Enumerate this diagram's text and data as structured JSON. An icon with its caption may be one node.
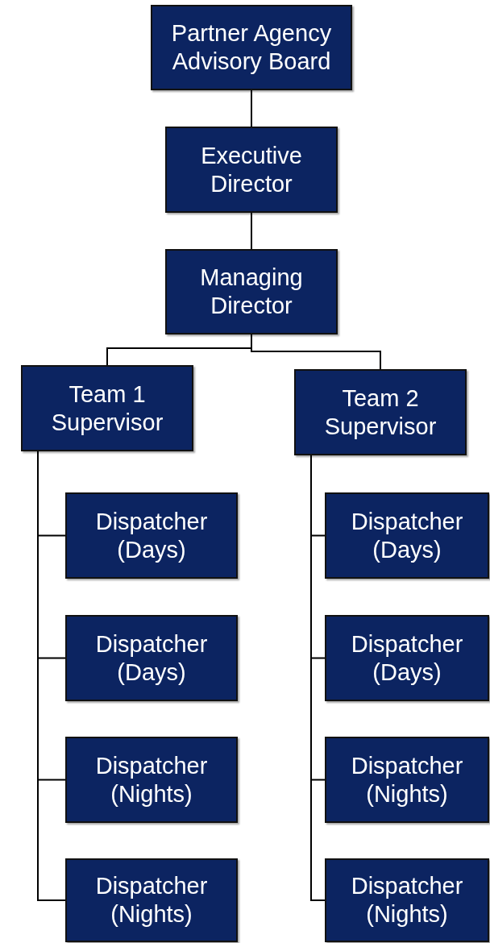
{
  "diagram": {
    "nodes": [
      {
        "text": [
          "Partner Agency Advisory Board"
        ]
      },
      {
        "text": [
          "Executive Director"
        ]
      },
      {
        "text": [
          "Managing Director"
        ]
      },
      {
        "text": [
          "Team 1 Supervisor"
        ]
      },
      {
        "text": [
          "Team 2 Supervisor"
        ]
      },
      {
        "text": [
          "Dispatcher (Days)"
        ]
      },
      {
        "text": [
          "Dispatcher (Days)"
        ]
      },
      {
        "text": [
          "Dispatcher (Nights)"
        ]
      },
      {
        "text": [
          "Dispatcher (Nights)"
        ]
      },
      {
        "text": [
          "Dispatcher (Days)"
        ]
      },
      {
        "text": [
          "Dispatcher (Days)"
        ]
      },
      {
        "text": [
          "Dispatcher (Nights)"
        ]
      },
      {
        "text": [
          "Dispatcher (Nights)"
        ]
      }
    ],
    "edges": [
      {
        "from": 0,
        "to": 1,
        "arrow": "none"
      },
      {
        "from": 1,
        "to": 2,
        "arrow": "none"
      },
      {
        "from": 2,
        "to": 3,
        "arrow": "none"
      },
      {
        "from": 2,
        "to": 4,
        "arrow": "none"
      },
      {
        "from": 3,
        "to": 5,
        "arrow": "none"
      },
      {
        "from": 3,
        "to": 6,
        "arrow": "none"
      },
      {
        "from": 3,
        "to": 7,
        "arrow": "none"
      },
      {
        "from": 3,
        "to": 8,
        "arrow": "none"
      },
      {
        "from": 4,
        "to": 9,
        "arrow": "none"
      },
      {
        "from": 4,
        "to": 10,
        "arrow": "none"
      },
      {
        "from": 4,
        "to": 11,
        "arrow": "none"
      },
      {
        "from": 4,
        "to": 12,
        "arrow": "none"
      }
    ]
  }
}
